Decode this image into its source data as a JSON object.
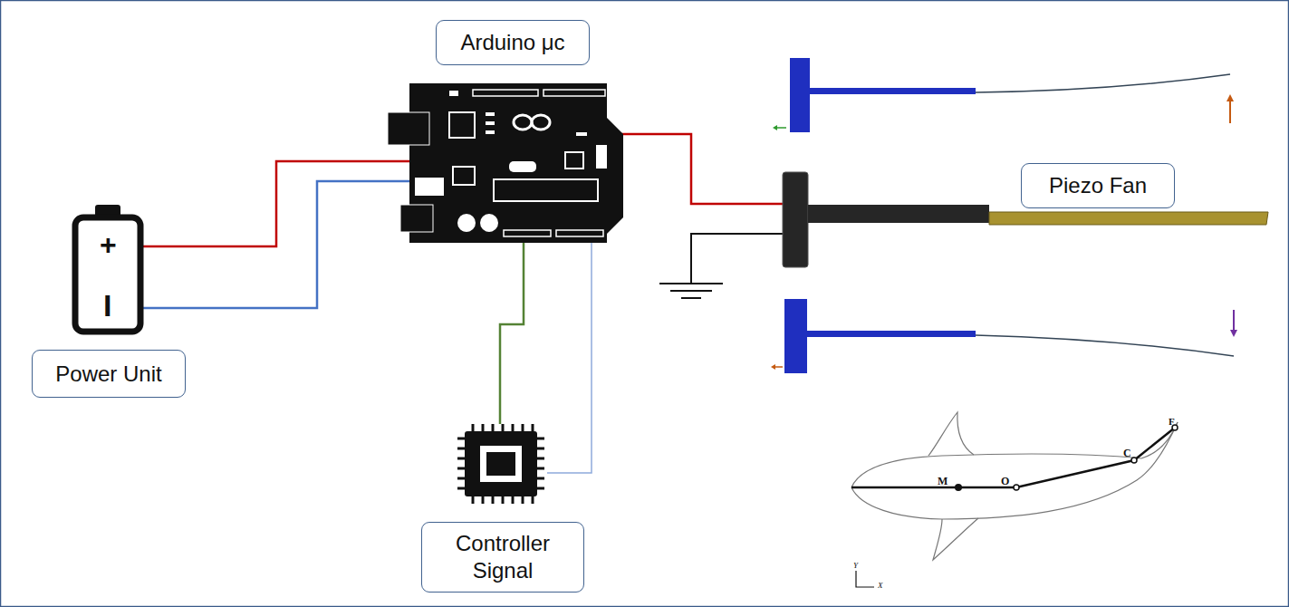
{
  "diagram": {
    "nodes": [
      {
        "text": [
          "Arduino μc"
        ]
      },
      {
        "text": [
          "Piezo Fan"
        ]
      },
      {
        "text": [
          "Power Unit"
        ]
      },
      {
        "text": [
          "Controller Signal"
        ]
      }
    ],
    "labels": [
      "+",
      "I",
      "M",
      "O",
      "C",
      "F",
      "Y",
      "X"
    ]
  }
}
